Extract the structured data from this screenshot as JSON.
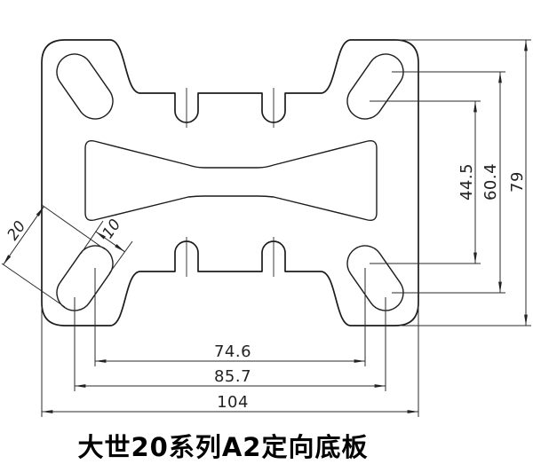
{
  "drawing": {
    "title": "大世20系列A2定向底板",
    "colors": {
      "background": "#ffffff",
      "outline_ink": "#1c1c1c",
      "dimension_ink": "#2a2a2a"
    },
    "dimensions": {
      "overall_width": "104",
      "slot_span_outer_width": "85.7",
      "slot_span_inner_width": "74.6",
      "overall_height": "79",
      "slot_span_outer_height": "60.4",
      "slot_span_inner_height": "44.5",
      "slot_length": "20",
      "slot_width": "10"
    }
  }
}
